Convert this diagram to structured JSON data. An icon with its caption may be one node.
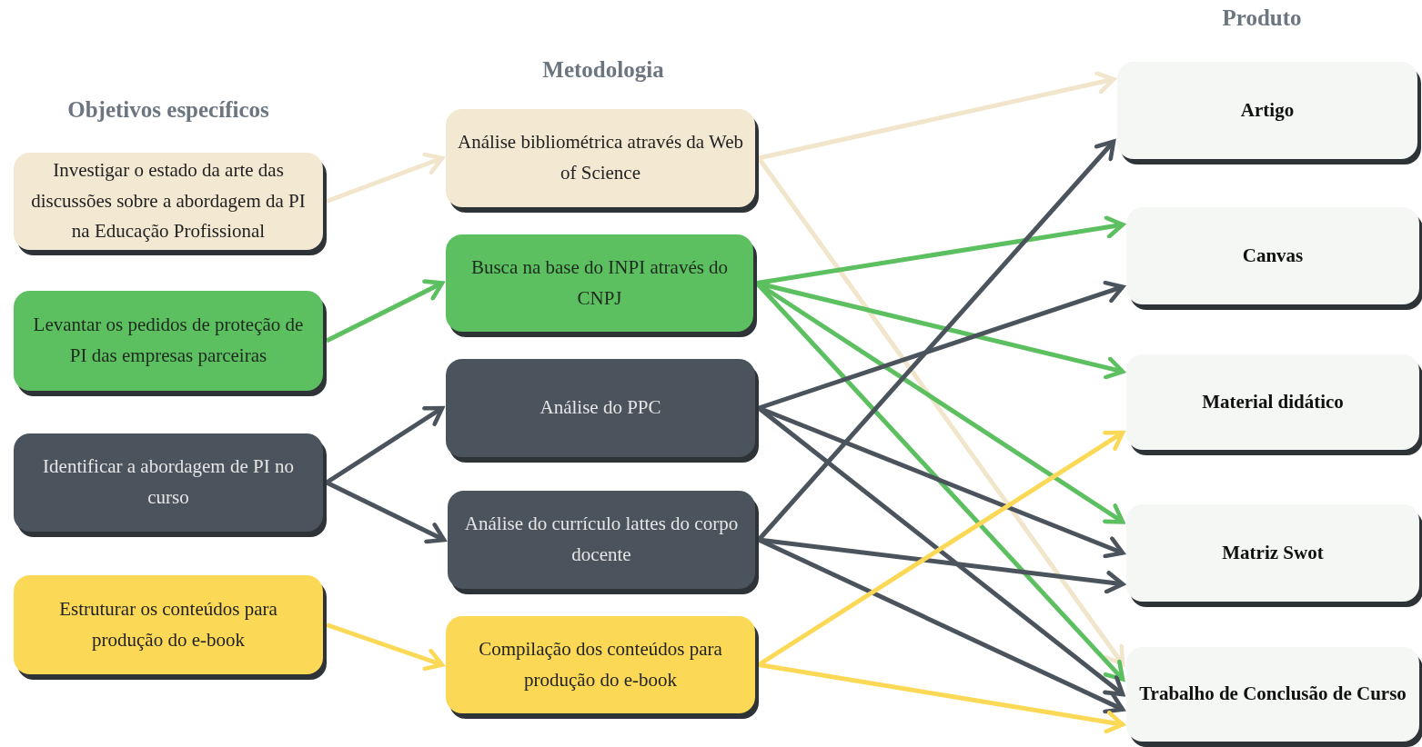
{
  "diagram": {
    "nodes": [
      {
        "text": [
          "Investigar o estado da arte das discussões sobre a abordagem da PI na Educação Profissional"
        ]
      },
      {
        "text": [
          "Levantar os pedidos de proteção de PI das empresas parceiras"
        ]
      },
      {
        "text": [
          "Identificar a abordagem de PI no curso"
        ]
      },
      {
        "text": [
          "Estruturar os conteúdos para produção do e-book"
        ]
      },
      {
        "text": [
          "Análise bibliométrica através da Web of Science"
        ]
      },
      {
        "text": [
          "Busca na base do INPI através do CNPJ"
        ]
      },
      {
        "text": [
          "Análise do PPC"
        ]
      },
      {
        "text": [
          "Análise do currículo lattes do corpo docente"
        ]
      },
      {
        "text": [
          "Compilação dos conteúdos para produção do e-book"
        ]
      },
      {
        "text": [
          "Artigo"
        ]
      },
      {
        "text": [
          "Canvas"
        ]
      },
      {
        "text": [
          "Material didático"
        ]
      },
      {
        "text": [
          "Matriz Swot"
        ]
      },
      {
        "text": [
          "Trabalho de Conclusão de Curso"
        ]
      }
    ],
    "edges": [
      {
        "from": 0,
        "to": 4,
        "arrow": "to",
        "color": "#f1e6cc"
      },
      {
        "from": 1,
        "to": 5,
        "arrow": "to",
        "color": "#5cbf60"
      },
      {
        "from": 2,
        "to": 6,
        "arrow": "to"
      },
      {
        "from": 2,
        "to": 7,
        "arrow": "to"
      },
      {
        "from": 3,
        "to": 8,
        "arrow": "to",
        "color": "#fbd956"
      },
      {
        "from": 4,
        "to": 9,
        "arrow": "to",
        "color": "#f1e6cc"
      },
      {
        "from": 4,
        "to": 13,
        "arrow": "to",
        "color": "#f1e6cc"
      },
      {
        "from": 5,
        "to": 10,
        "arrow": "to",
        "color": "#5cbf60"
      },
      {
        "from": 5,
        "to": 11,
        "arrow": "to",
        "color": "#5cbf60"
      },
      {
        "from": 5,
        "to": 12,
        "arrow": "to",
        "color": "#5cbf60"
      },
      {
        "from": 5,
        "to": 13,
        "arrow": "to",
        "color": "#5cbf60"
      },
      {
        "from": 6,
        "to": 10,
        "arrow": "to"
      },
      {
        "from": 6,
        "to": 12,
        "arrow": "to"
      },
      {
        "from": 6,
        "to": 13,
        "arrow": "to"
      },
      {
        "from": 7,
        "to": 9,
        "arrow": "to"
      },
      {
        "from": 7,
        "to": 12,
        "arrow": "to"
      },
      {
        "from": 7,
        "to": 13,
        "arrow": "to"
      },
      {
        "from": 8,
        "to": 11,
        "arrow": "to",
        "color": "#fbd956"
      },
      {
        "from": 8,
        "to": 13,
        "arrow": "to",
        "color": "#fbd956"
      }
    ],
    "labels": [
      "Produto",
      "Metodologia",
      "Objetivos específicos"
    ]
  }
}
